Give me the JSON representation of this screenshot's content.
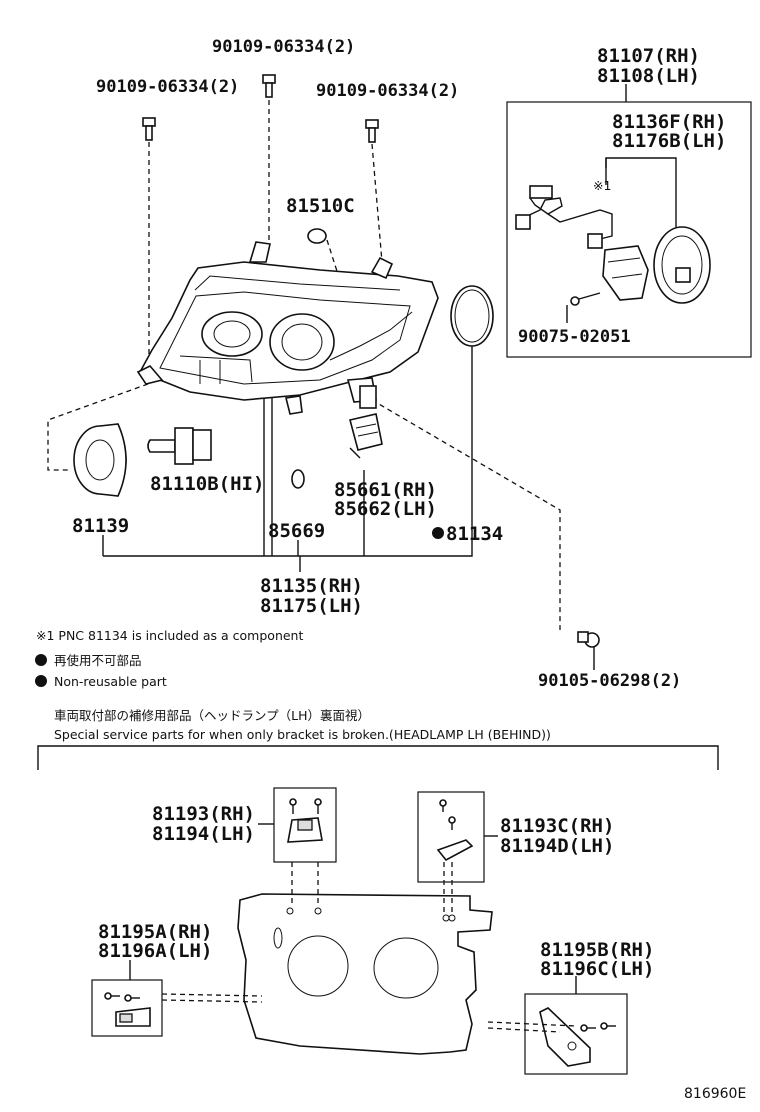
{
  "labels": {
    "bolt_top": "90109-06334(2)",
    "bolt_left": "90109-06334(2)",
    "bolt_right": "90109-06334(2)",
    "bulb_small": "81510C",
    "assy_rh": "81107(RH)",
    "assy_lh": "81108(LH)",
    "harness_rh": "81136F(RH)",
    "harness_lh": "81176B(LH)",
    "asterisk_mark": "※1",
    "screw_inset": "90075-02051",
    "socket_hi": "81110B(HI)",
    "cap": "81139",
    "gasket": "85669",
    "resistor_rh": "85661(RH)",
    "resistor_lh": "85662(LH)",
    "nonreusable": "81134",
    "unit_rh": "81135(RH)",
    "unit_lh": "81175(LH)",
    "bolt_bottom": "90105-06298(2)",
    "bracket_a_rh": "81193(RH)",
    "bracket_a_lh": "81194(LH)",
    "bracket_c_rh": "81193C(RH)",
    "bracket_c_lh": "81194D(LH)",
    "bracket_b_rh": "81195A(RH)",
    "bracket_b_lh": "81196A(LH)",
    "bracket_d_rh": "81195B(RH)",
    "bracket_d_lh": "81196C(LH)"
  },
  "notes": {
    "pnc": "※1  PNC 81134 is included as a component",
    "jp_nonreusable": "再使用不可部品",
    "en_nonreusable": "Non-reusable part",
    "jp_section": "車両取付部の補修用部品（ヘッドランプ（LH）裏面視）",
    "en_section": "Special service parts for when only bracket is broken.(HEADLAMP LH (BEHIND))"
  },
  "figure_ref": "816960E"
}
